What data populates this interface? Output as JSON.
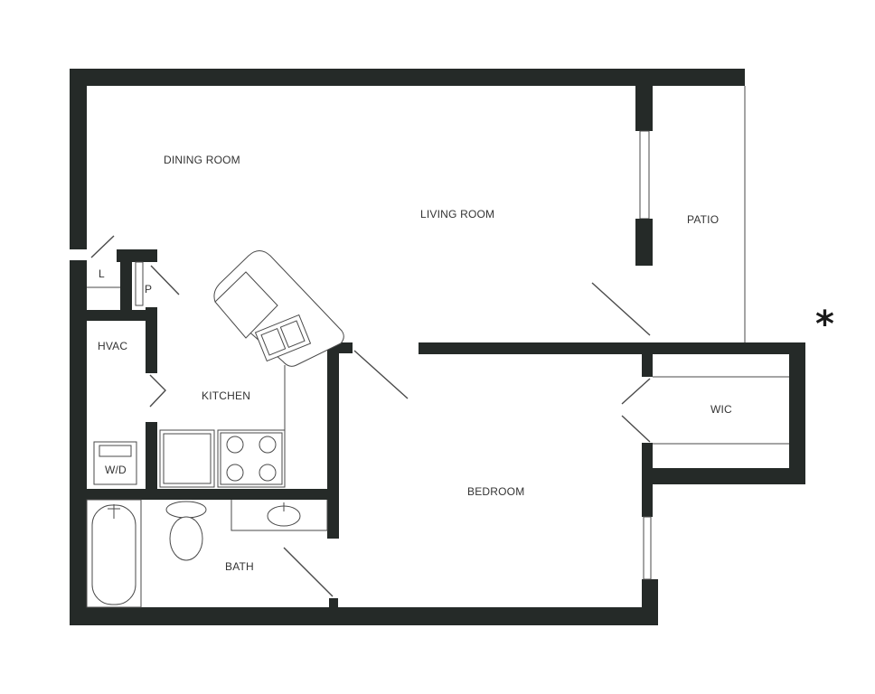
{
  "rooms": {
    "dining_room": "DINING ROOM",
    "living_room": "LIVING ROOM",
    "patio": "PATIO",
    "laundry_closet": "L",
    "pantry": "P",
    "hvac": "HVAC",
    "kitchen": "KITCHEN",
    "washer_dryer": "W/D",
    "walk_in_closet": "WIC",
    "bedroom": "BEDROOM",
    "bath": "BATH"
  },
  "marker": "*",
  "colors": {
    "wall": "#252a28",
    "line": "#4a4a4a",
    "background": "#ffffff"
  }
}
